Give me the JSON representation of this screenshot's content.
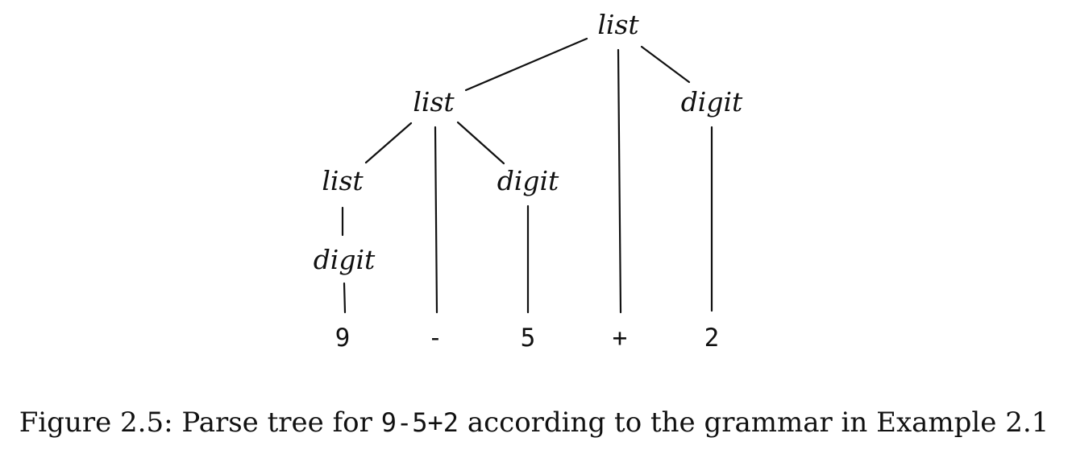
{
  "tree": {
    "nodes": {
      "root": "list",
      "list_2": "list",
      "digit_2": "digit",
      "list_3": "list",
      "digit_3": "digit",
      "digit_4": "digit"
    },
    "leaves": {
      "nine": "9",
      "minus": "-",
      "five": "5",
      "plus": "+",
      "two": "2"
    }
  },
  "caption": {
    "prefix": "Figure 2.5: Parse tree for ",
    "code": "9-5+2",
    "suffix": " according to the grammar in Example 2.1"
  }
}
